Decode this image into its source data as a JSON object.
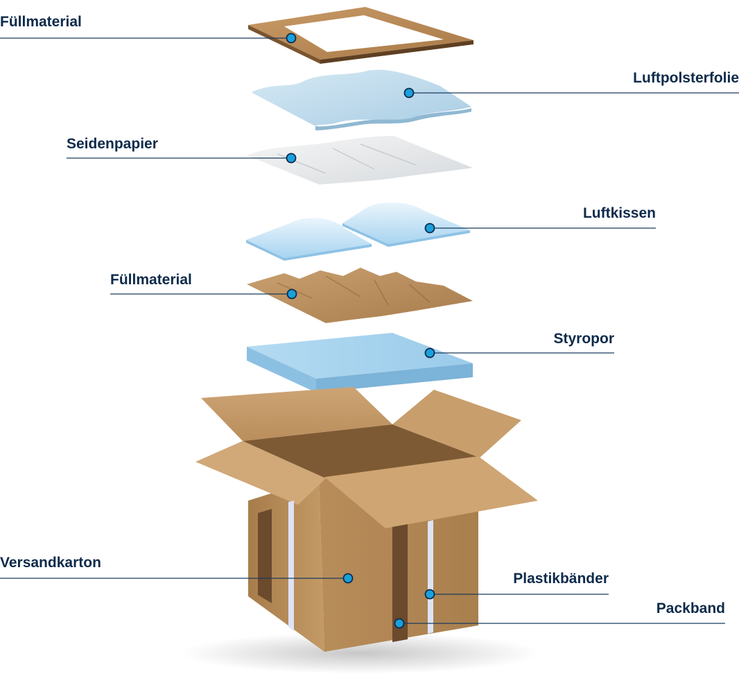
{
  "colors": {
    "label_text": "#0d2a4a",
    "leader_line": "#1b3a5c",
    "marker_fill": "#1aa0dc",
    "marker_stroke": "#0d2a4a",
    "cardboard": "#c49a68",
    "cardboard_dark": "#9a7043",
    "packing_tape": "#6b4a2d",
    "plastic_strap": "#dde4f6",
    "styrofoam": "#a9d3ee",
    "bubble_wrap": "#bfdcee",
    "tissue_paper": "#eceeef",
    "air_cushion": "#cde6f6",
    "crumpled_paper": "#b6895a"
  },
  "labels": {
    "fill_top": "Füllmaterial",
    "bubble_wrap": "Luftpolsterfolie",
    "tissue_paper": "Seidenpapier",
    "air_cushions": "Luftkissen",
    "fill_paper": "Füllmaterial",
    "styrofoam": "Styropor",
    "box": "Versandkarton",
    "plastic_straps": "Plastikbänder",
    "packing_tape": "Packband"
  }
}
